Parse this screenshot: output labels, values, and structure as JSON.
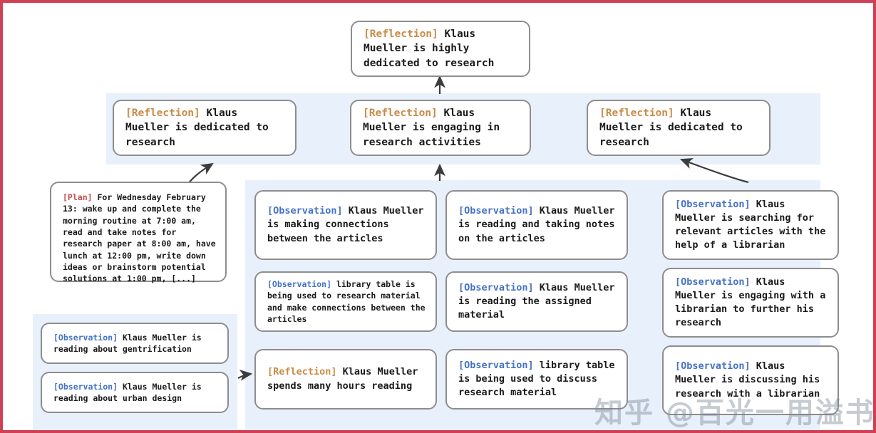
{
  "theme": {
    "frame_color": "#cf4055",
    "panel_color": "#e8f0fb",
    "card_border": "#8d8d8d",
    "card_bg": "#ffffff",
    "arrow_color": "#3c3c3c",
    "tag_reflection_color": "#c98a46",
    "tag_observation_color": "#4472c4",
    "tag_plan_color": "#c0504d"
  },
  "tags": {
    "reflection": "[Reflection]",
    "observation": "[Observation]",
    "plan": "[Plan]"
  },
  "root": {
    "tag": "[Reflection]",
    "text": " Klaus Mueller is highly dedicated to research"
  },
  "reflections": [
    {
      "tag": "[Reflection]",
      "text": " Klaus Mueller is dedicated to research"
    },
    {
      "tag": "[Reflection]",
      "text": " Klaus Mueller is engaging in research activities"
    },
    {
      "tag": "[Reflection]",
      "text": " Klaus Mueller is dedicated to research"
    }
  ],
  "plan_card": {
    "tag": "[Plan]",
    "text": " For Wednesday February 13: wake up and complete the morning routine at 7:00 am, read and take notes for research paper at 8:00 am, have lunch at 12:00 pm, write down ideas or brainstorm potential solutions at 1:00 pm, [...]"
  },
  "left_observations": [
    {
      "tag": "[Observation]",
      "text": " Klaus Mueller is reading about gentrification"
    },
    {
      "tag": "[Observation]",
      "text": " Klaus Mueller is reading about urban design"
    }
  ],
  "column_one": [
    {
      "tag": "[Observation]",
      "text": " Klaus Mueller is making connections between the articles"
    },
    {
      "tag": "[Observation]",
      "text": " library table is being used to research material and make connections between the articles"
    },
    {
      "tag": "[Reflection]",
      "text": " Klaus Mueller spends many hours reading"
    }
  ],
  "column_two": [
    {
      "tag": "[Observation]",
      "text": " Klaus Mueller is reading and taking notes on the articles"
    },
    {
      "tag": "[Observation]",
      "text": " Klaus Mueller is reading the assigned material"
    },
    {
      "tag": "[Observation]",
      "text": " library table is being used to discuss research material"
    }
  ],
  "column_three": [
    {
      "tag": "[Observation]",
      "text": " Klaus Mueller is searching for relevant articles with the help of a librarian"
    },
    {
      "tag": "[Observation]",
      "text": " Klaus Mueller is engaging with a librarian to further his research"
    },
    {
      "tag": "[Observation]",
      "text": " Klaus Mueller is discussing his research with a librarian"
    }
  ],
  "watermark": {
    "text": "知乎 @百光一用溢书生"
  }
}
